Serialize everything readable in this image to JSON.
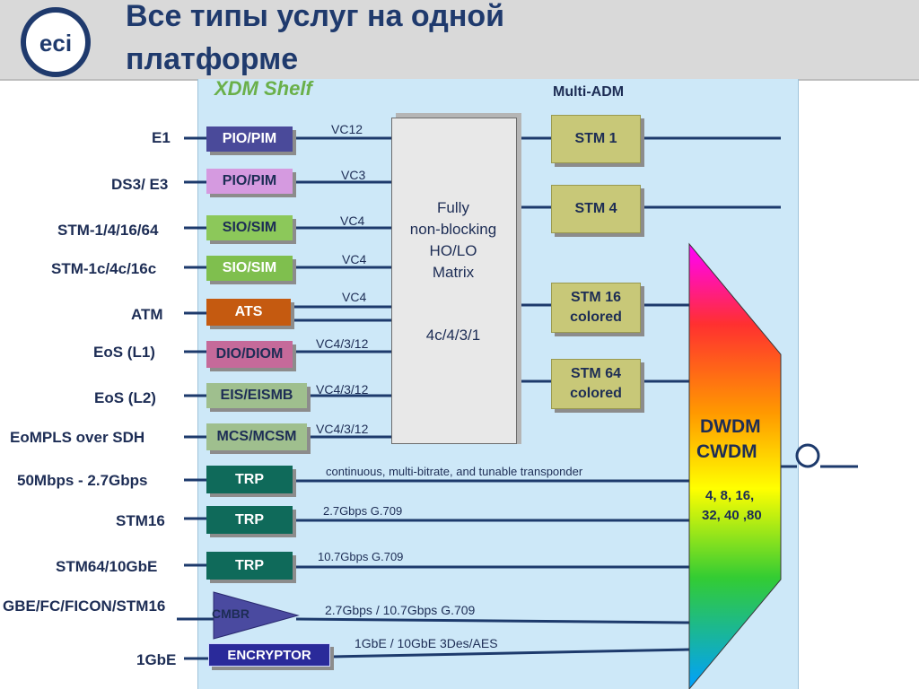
{
  "header": {
    "title_line1": "Все типы услуг на одной",
    "title_line2": "платформе",
    "logo_text": "eci"
  },
  "shelf": {
    "title": "XDM Shelf",
    "multi_adm": "Multi-ADM"
  },
  "inputs": [
    "E1",
    "DS3/ E3",
    "STM-1/4/16/64",
    "STM-1c/4c/16c",
    "ATM",
    "EoS (L1)",
    "EoS (L2)",
    "EoMPLS over SDH",
    "50Mbps - 2.7Gbps",
    "STM16",
    "STM64/10GbE",
    "GBE/FC/FICON/STM16",
    "1GbE"
  ],
  "modules": [
    "PIO/PIM",
    "PIO/PIM",
    "SIO/SIM",
    "SIO/SIM",
    "ATS",
    "DIO/DIOM",
    "EIS/EISMB",
    "MCS/MCSM",
    "TRP",
    "TRP",
    "TRP",
    "CMBR",
    "ENCRYPTOR"
  ],
  "containers": [
    "VC12",
    "VC3",
    "VC4",
    "VC4",
    "VC4",
    "VC4/3/12",
    "VC4/3/12",
    "VC4/3/12"
  ],
  "matrix": {
    "line1": "Fully",
    "line2": "non-blocking",
    "line3": "HO/LO",
    "line4": "Matrix",
    "rates": "4c/4/3/1"
  },
  "stm_boxes": [
    {
      "line1": "STM 1",
      "line2": ""
    },
    {
      "line1": "STM 4",
      "line2": ""
    },
    {
      "line1": "STM 16",
      "line2": "colored"
    },
    {
      "line1": "STM 64",
      "line2": "colored"
    }
  ],
  "transponder_notes": [
    "continuous, multi-bitrate, and tunable transponder",
    "2.7Gbps G.709",
    "10.7Gbps G.709",
    "2.7Gbps / 10.7Gbps  G.709",
    "1GbE / 10GbE  3Des/AES"
  ],
  "mux": {
    "line1": "DWDM",
    "line2": "CWDM",
    "channels_line1": "4, 8, 16,",
    "channels_line2": "32, 40 ,80"
  },
  "colors": {
    "pio": "#4a4a9a",
    "pio2": "#c98ad8",
    "sio": "#7fbf4e",
    "ats": "#c55a10",
    "dio": "#c56a9a",
    "eis": "#9fbf8e",
    "trp": "#0f6a5a",
    "cmbr": "#4a4aa0",
    "encryptor": "#2a2a9a",
    "stm": "#c8c878",
    "shelf_bg": "#cde8f8",
    "line": "#1d3a6c",
    "title": "#1f3a6d",
    "xdm_shelf": "#6ab04a"
  }
}
